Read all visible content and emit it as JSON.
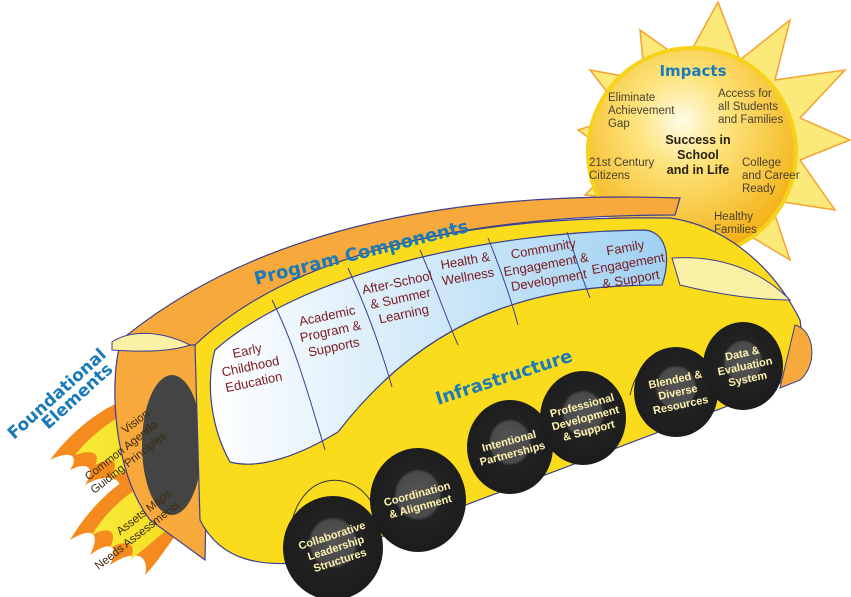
{
  "colors": {
    "sun_rays": "#fbe97a",
    "sun_ray_stroke": "#f4a230",
    "sun_core": "#f7c21a",
    "bus_body": "#fbdc1c",
    "bus_roof": "#f8a93c",
    "window": "#d6ebfa",
    "outline": "#3b3f8f",
    "wheel": "#222222",
    "title_blue": "#1a7bb8",
    "component_text": "#7a1a1f",
    "flame_outer": "#f58b1f",
    "flame_inner": "#f6ee3a"
  },
  "impacts": {
    "title": "Impacts",
    "center": [
      "Success in",
      "School",
      "and in Life"
    ],
    "items": [
      {
        "lines": [
          "Eliminate",
          "Achievement",
          "Gap"
        ]
      },
      {
        "lines": [
          "Access for",
          "all Students",
          "and Families"
        ]
      },
      {
        "lines": [
          "21st Century",
          "Citizens"
        ]
      },
      {
        "lines": [
          "College",
          "and Career",
          "Ready"
        ]
      },
      {
        "lines": [
          "Healthy",
          "Families"
        ]
      }
    ]
  },
  "program_components": {
    "title": "Program Components",
    "items": [
      {
        "lines": [
          "Early",
          "Childhood",
          "Education"
        ]
      },
      {
        "lines": [
          "Academic",
          "Program &",
          "Supports"
        ]
      },
      {
        "lines": [
          "After-School",
          "& Summer",
          "Learning"
        ]
      },
      {
        "lines": [
          "Health &",
          "Wellness"
        ]
      },
      {
        "lines": [
          "Community",
          "Engagement &",
          "Development"
        ]
      },
      {
        "lines": [
          "Family",
          "Engagement",
          "& Support"
        ]
      }
    ]
  },
  "infrastructure": {
    "title": "Infrastructure",
    "wheels": [
      {
        "lines": [
          "Collaborative",
          "Leadership",
          "Structures"
        ]
      },
      {
        "lines": [
          "Coordination",
          "& Alignment"
        ]
      },
      {
        "lines": [
          "Intentional",
          "Partnerships"
        ]
      },
      {
        "lines": [
          "Professional",
          "Development",
          "& Support"
        ]
      },
      {
        "lines": [
          "Blended &",
          "Diverse",
          "Resources"
        ]
      },
      {
        "lines": [
          "Data &",
          "Evaluation",
          "System"
        ]
      }
    ]
  },
  "foundational_elements": {
    "title_line1": "Foundational",
    "title_line2": "Elements",
    "flames": [
      {
        "lines": [
          "Vision",
          "Common Agenda",
          "Guiding Principles"
        ]
      },
      {
        "lines": [
          "Assets Maps",
          "Needs Assessments"
        ]
      }
    ]
  }
}
